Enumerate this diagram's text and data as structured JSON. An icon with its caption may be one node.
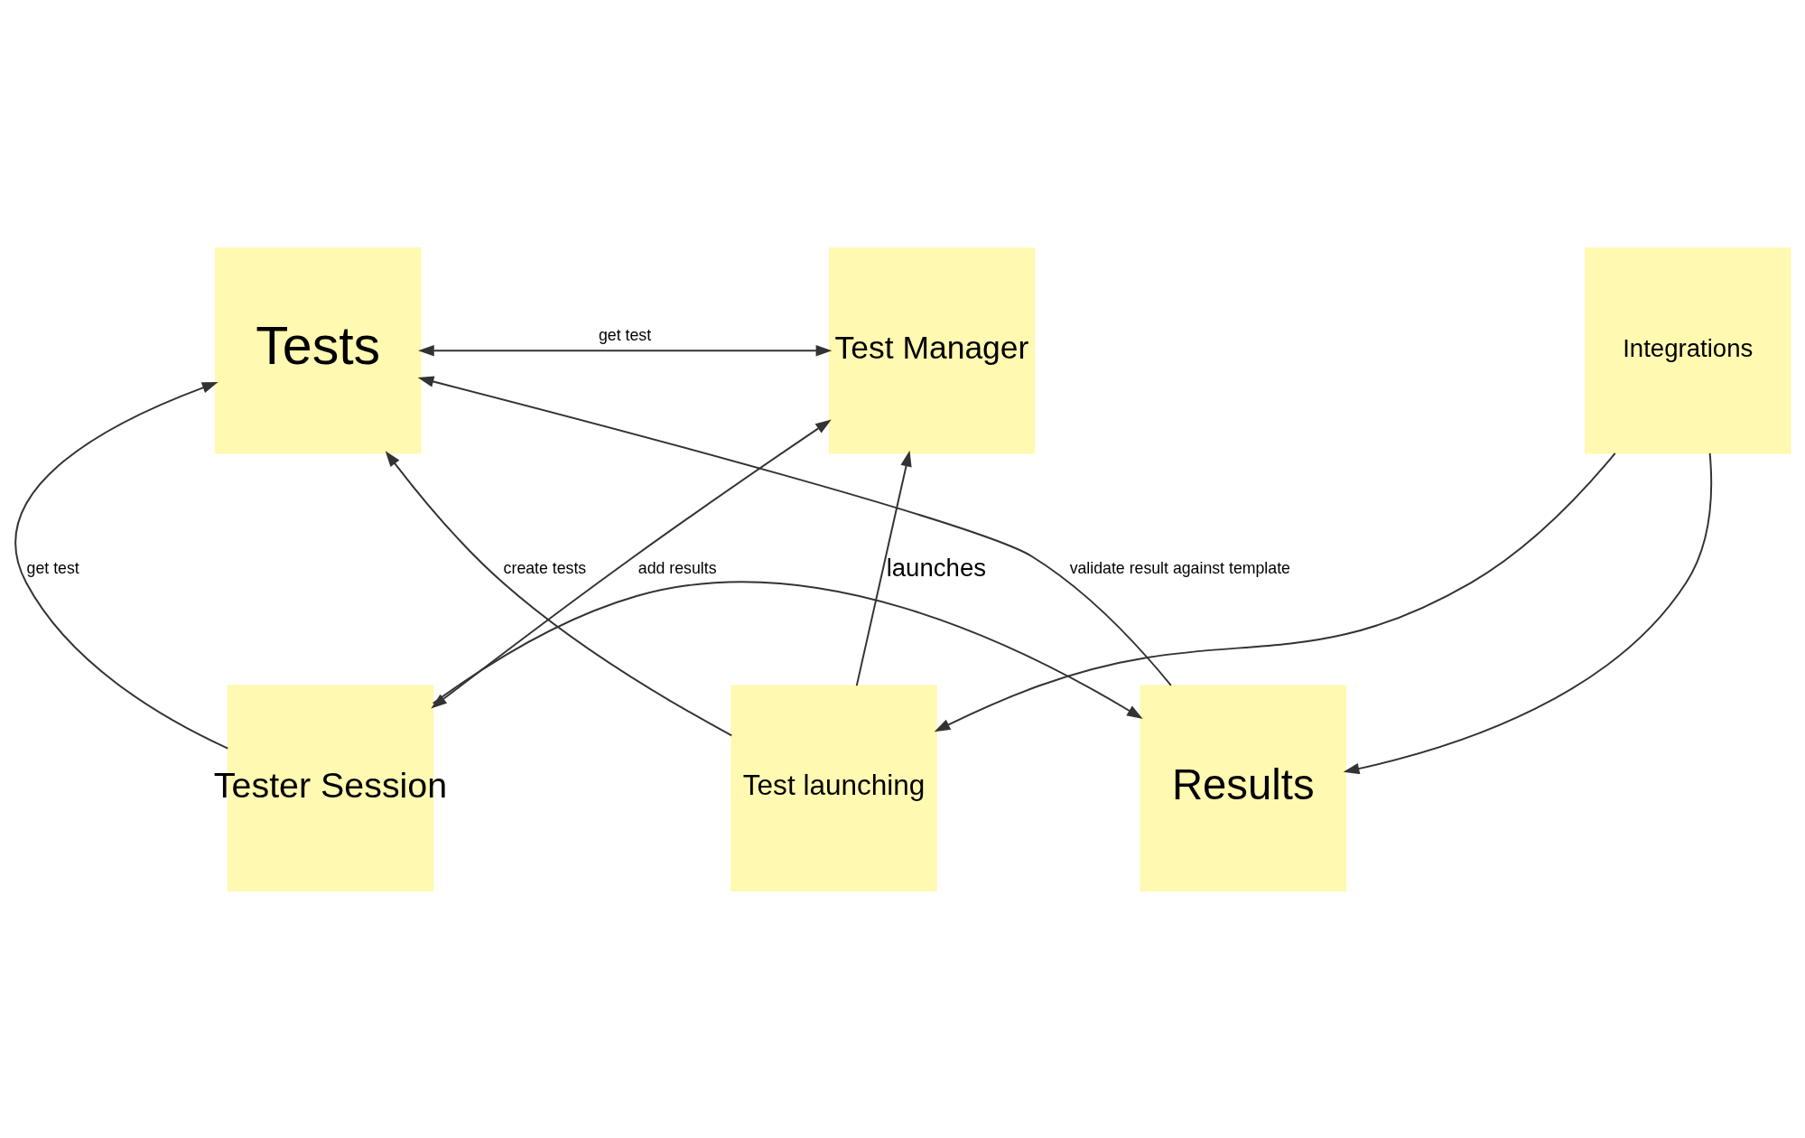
{
  "diagram": {
    "nodes": [
      {
        "text": [
          "Tests"
        ]
      },
      {
        "text": [
          "Test Manager"
        ]
      },
      {
        "text": [
          "Test launching"
        ]
      },
      {
        "text": [
          "Tester Session"
        ]
      },
      {
        "text": [
          "Results"
        ]
      },
      {
        "text": [
          "Integrations"
        ]
      }
    ],
    "edges": [
      {
        "from": 4,
        "to": 0,
        "arrow": "to",
        "label": "validate result against template"
      },
      {
        "from": 0,
        "to": 1,
        "arrow": "both",
        "label": "get test"
      },
      {
        "from": 2,
        "to": 1,
        "arrow": "to",
        "label": "launches"
      },
      {
        "from": 2,
        "to": 0,
        "arrow": "to",
        "label": "create tests"
      },
      {
        "from": 3,
        "to": 0,
        "arrow": "to",
        "label": "get test"
      },
      {
        "from": 1,
        "to": 3,
        "arrow": "both"
      },
      {
        "from": 3,
        "to": 4,
        "arrow": "to",
        "label": "add results"
      },
      {
        "from": 5,
        "to": 2,
        "arrow": "to"
      },
      {
        "from": 5,
        "to": 4,
        "arrow": "to"
      }
    ]
  }
}
